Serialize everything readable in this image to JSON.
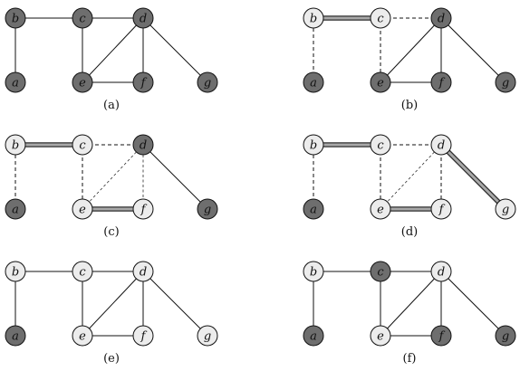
{
  "colors": {
    "dark": "#6e6e6e",
    "light": "#ececec",
    "stroke": "#111111",
    "highlight_outer": "#2e2e2e",
    "highlight_inner": "#a8a8a8"
  },
  "nodes": [
    "a",
    "b",
    "c",
    "d",
    "e",
    "f",
    "g"
  ],
  "edges": [
    [
      "a",
      "b"
    ],
    [
      "b",
      "c"
    ],
    [
      "c",
      "d"
    ],
    [
      "c",
      "e"
    ],
    [
      "d",
      "e"
    ],
    [
      "d",
      "f"
    ],
    [
      "d",
      "g"
    ],
    [
      "e",
      "f"
    ]
  ],
  "panels": [
    {
      "label": "(a)",
      "dark": [
        "a",
        "b",
        "c",
        "d",
        "e",
        "f",
        "g"
      ],
      "dashed": [],
      "thin_dashed": [],
      "highlighted": []
    },
    {
      "label": "(b)",
      "dark": [
        "a",
        "d",
        "e",
        "f",
        "g"
      ],
      "dashed": [
        [
          "a",
          "b"
        ],
        [
          "c",
          "d"
        ],
        [
          "c",
          "e"
        ]
      ],
      "thin_dashed": [],
      "highlighted": [
        [
          "b",
          "c"
        ]
      ]
    },
    {
      "label": "(c)",
      "dark": [
        "a",
        "d",
        "g"
      ],
      "dashed": [
        [
          "a",
          "b"
        ],
        [
          "c",
          "d"
        ],
        [
          "c",
          "e"
        ]
      ],
      "thin_dashed": [
        [
          "d",
          "e"
        ],
        [
          "d",
          "f"
        ]
      ],
      "highlighted": [
        [
          "b",
          "c"
        ],
        [
          "e",
          "f"
        ]
      ]
    },
    {
      "label": "(d)",
      "dark": [
        "a"
      ],
      "dashed": [
        [
          "a",
          "b"
        ],
        [
          "c",
          "d"
        ],
        [
          "c",
          "e"
        ],
        [
          "d",
          "f"
        ]
      ],
      "thin_dashed": [
        [
          "d",
          "e"
        ]
      ],
      "highlighted": [
        [
          "b",
          "c"
        ],
        [
          "e",
          "f"
        ],
        [
          "d",
          "g"
        ]
      ]
    },
    {
      "label": "(e)",
      "dark": [
        "a"
      ],
      "dashed": [],
      "thin_dashed": [],
      "highlighted": []
    },
    {
      "label": "(f)",
      "dark": [
        "a",
        "c",
        "f",
        "g"
      ],
      "dashed": [],
      "thin_dashed": [],
      "highlighted": []
    }
  ]
}
